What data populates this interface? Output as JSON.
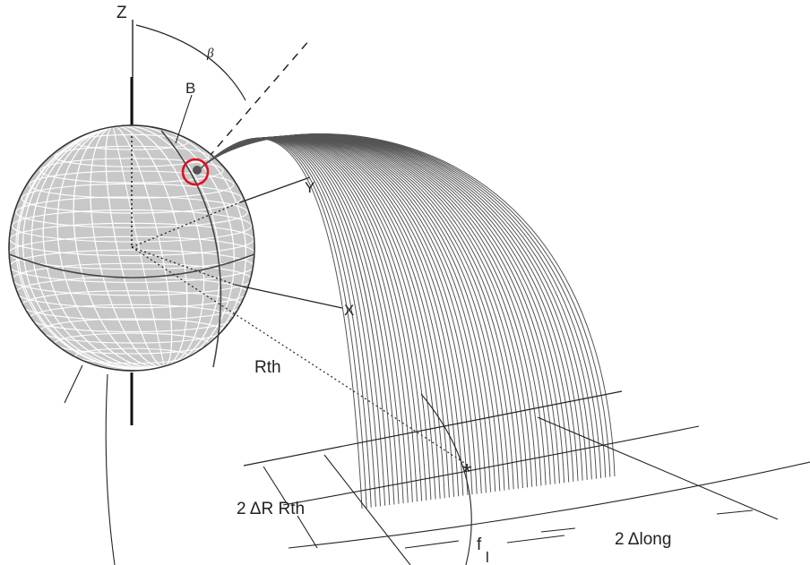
{
  "labels": {
    "z_axis": "Z",
    "y_axis": "Y",
    "x_axis": "X",
    "beta": "β",
    "b": "B",
    "rth": "Rth",
    "two_dr_rth": "2  ΔR  Rth",
    "two_dlong": "2  Δlong",
    "star": "*",
    "f_main": "f",
    "f_sub": "l"
  },
  "colors": {
    "sphere_fill": "#c8c8c8",
    "grid": "#ffffff",
    "strand": "#555555",
    "highlight": "#e01020",
    "line": "#222222"
  }
}
